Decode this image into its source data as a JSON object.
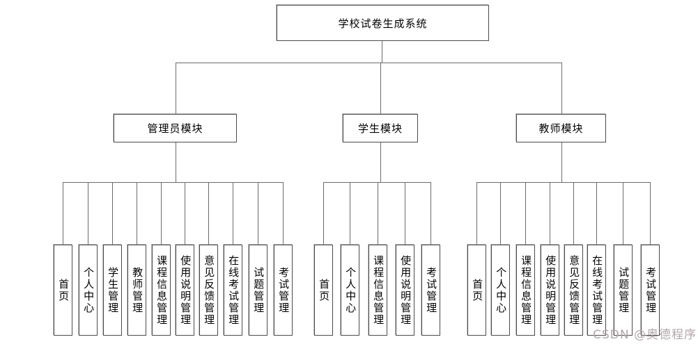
{
  "diagram": {
    "root": {
      "label": "学校试卷生成系统"
    },
    "groups": [
      {
        "label": "管理员模块",
        "items": [
          "首页",
          "个人中心",
          "学生管理",
          "教师管理",
          "课程信息管理",
          "使用说明管理",
          "意见反馈管理",
          "在线考试管理",
          "试题管理",
          "考试管理"
        ]
      },
      {
        "label": "学生模块",
        "items": [
          "首页",
          "个人中心",
          "课程信息管理",
          "使用说明管理",
          "考试管理"
        ]
      },
      {
        "label": "教师模块",
        "items": [
          "首页",
          "个人中心",
          "课程信息管理",
          "使用说明管理",
          "意见反馈管理",
          "在线考试管理",
          "试题管理",
          "考试管理"
        ]
      }
    ]
  },
  "watermark": "CSDN @奥德程序",
  "colors": {
    "background": "#ffffff",
    "box_fill": "#ffffff",
    "box_border": "#4a4a4a",
    "line": "#6b6b6b",
    "text": "#000000",
    "watermark": "#b3a6a6"
  }
}
